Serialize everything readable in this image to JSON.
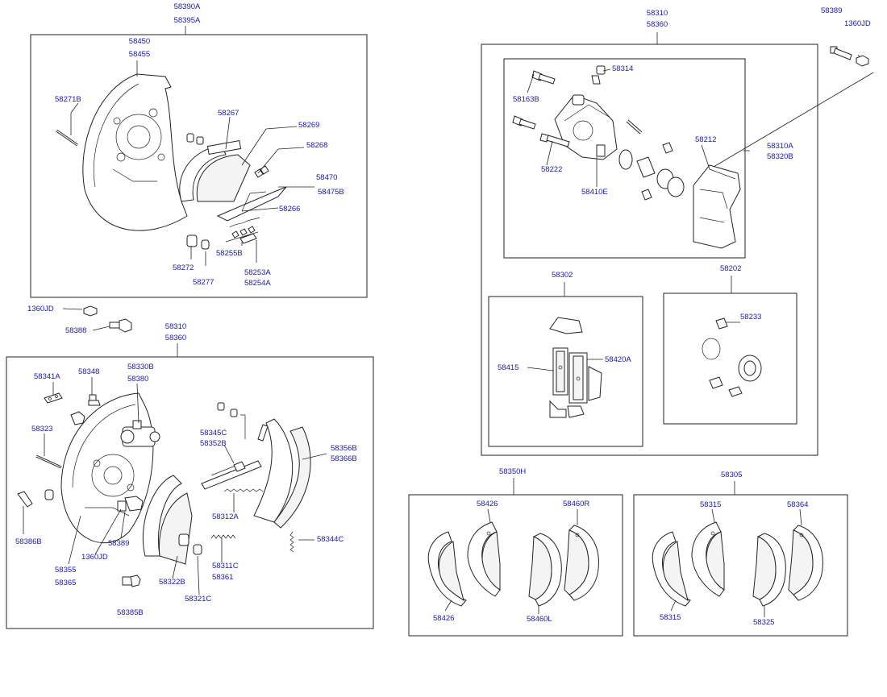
{
  "labels": {
    "a58390a": "58390A",
    "a58395a": "58395A",
    "a58450": "58450",
    "a58455": "58455",
    "a58271b": "58271B",
    "a58267": "58267",
    "a58269": "58269",
    "a58268": "58268",
    "a58470": "58470",
    "a58475b": "58475B",
    "a58266": "58266",
    "a58255b": "58255B",
    "a58272": "58272",
    "a58277": "58277",
    "a58253a": "58253A",
    "a58254a": "58254A",
    "a1360jd_a": "1360JD",
    "a58388": "58388",
    "a58310_l": "58310",
    "a58360_l": "58360",
    "a58341a": "58341A",
    "a58348": "58348",
    "a58330b": "58330B",
    "a58380": "58380",
    "a58323": "58323",
    "a58345c": "58345C",
    "a58352b": "58352B",
    "a58356b": "58356B",
    "a58366b": "58366B",
    "a58312a": "58312A",
    "a58344c": "58344C",
    "a58386b": "58386B",
    "a58389_l": "58389",
    "a1360jd_b": "1360JD",
    "a58355": "58355",
    "a58365": "58365",
    "a58322b": "58322B",
    "a58311c": "58311C",
    "a58361": "58361",
    "a58321c": "58321C",
    "a58385b": "58385B",
    "a58310_r": "58310",
    "a58360_r": "58360",
    "a58389_r": "58389",
    "a1360jd_c": "1360JD",
    "a58314": "58314",
    "a58163b": "58163B",
    "a58212": "58212",
    "a58310a": "58310A",
    "a58320b": "58320B",
    "a58222": "58222",
    "a58410e": "58410E",
    "a58302": "58302",
    "a58202": "58202",
    "a58233": "58233",
    "a58415": "58415",
    "a58420a": "58420A",
    "a58350h": "58350H",
    "a58426_t": "58426",
    "a58460r": "58460R",
    "a58426_b": "58426",
    "a58460l": "58460L",
    "a58305": "58305",
    "a58315_t": "58315",
    "a58364": "58364",
    "a58315_b": "58315",
    "a58325": "58325"
  }
}
